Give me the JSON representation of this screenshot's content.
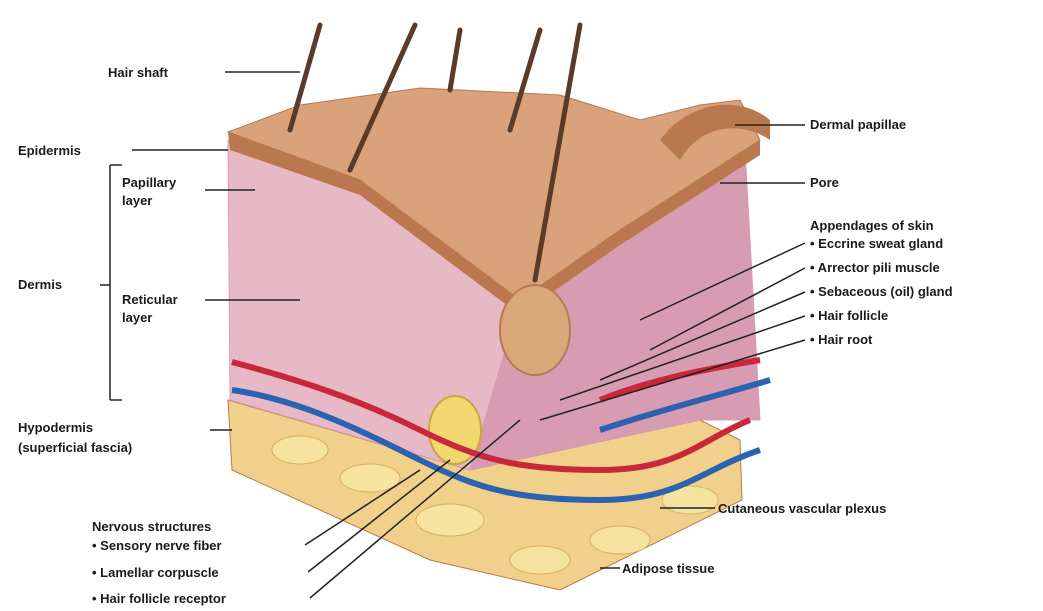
{
  "colors": {
    "epidermis": "#d9a27a",
    "epidermis_dark": "#b9784d",
    "dermis": "#e7b9c6",
    "dermis_deep": "#d79cb2",
    "hypodermis": "#f0d08a",
    "fat": "#f6e3a0",
    "artery": "#c8283a",
    "vein": "#2c63b0",
    "hair": "#5a3a28",
    "leader": "#222222"
  },
  "labels": {
    "hair_shaft": "Hair shaft",
    "epidermis": "Epidermis",
    "papillary_layer_1": "Papillary",
    "papillary_layer_2": "layer",
    "dermis": "Dermis",
    "reticular_layer_1": "Reticular",
    "reticular_layer_2": "layer",
    "hypodermis_1": "Hypodermis",
    "hypodermis_2": "(superficial fascia)",
    "dermal_papillae": "Dermal papillae",
    "pore": "Pore",
    "appendages_title": "Appendages of skin",
    "eccrine_gland": "• Eccrine sweat gland",
    "arrector_pili": "• Arrector pili muscle",
    "sebaceous_gland": "• Sebaceous (oil) gland",
    "hair_follicle": "• Hair follicle",
    "hair_root": "• Hair root",
    "nervous_title": "Nervous structures",
    "sensory_nerve": "• Sensory nerve fiber",
    "lamellar_corpuscle": "• Lamellar corpuscle",
    "hair_follicle_receptor": "• Hair follicle receptor",
    "cutaneous_plexus": "Cutaneous vascular plexus",
    "adipose_tissue": "Adipose tissue"
  }
}
